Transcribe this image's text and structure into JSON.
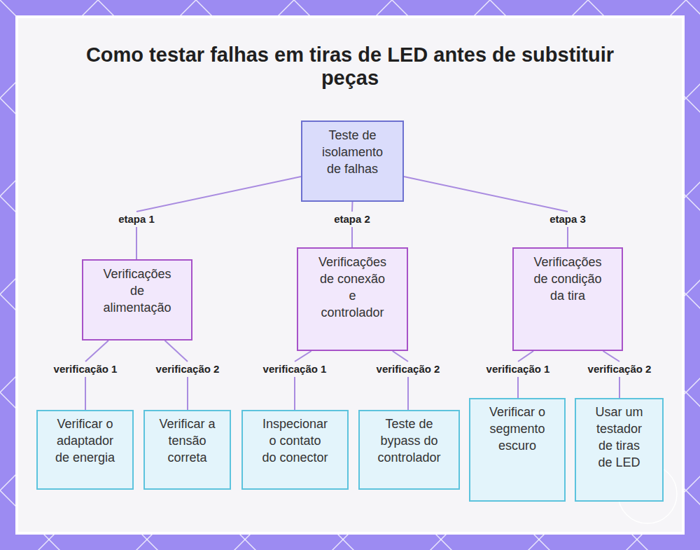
{
  "diagram": {
    "title": "Como testar falhas em tiras de LED antes de substituir peças",
    "nodes": [
      {
        "text": [
          "Teste de isolamento de falhas"
        ]
      },
      {
        "text": [
          "Verificações de alimentação"
        ]
      },
      {
        "text": [
          "Verificações de conexão e controlador"
        ]
      },
      {
        "text": [
          "Verificações de condição da tira"
        ]
      },
      {
        "text": [
          "Verificar o adaptador de energia"
        ]
      },
      {
        "text": [
          "Verificar a tensão correta"
        ]
      },
      {
        "text": [
          "Inspecionar o contato do conector"
        ]
      },
      {
        "text": [
          "Teste de bypass do controlador"
        ]
      },
      {
        "text": [
          "Verificar o segmento escuro"
        ]
      },
      {
        "text": [
          "Usar um testador de tiras de LED"
        ]
      }
    ],
    "edges": [
      {
        "from": 0,
        "to": 1,
        "arrow": "none",
        "label": "etapa 1"
      },
      {
        "from": 0,
        "to": 2,
        "arrow": "none",
        "label": "etapa 2"
      },
      {
        "from": 0,
        "to": 3,
        "arrow": "none",
        "label": "etapa 3"
      },
      {
        "from": 1,
        "to": 4,
        "arrow": "none",
        "label": "verificação 1"
      },
      {
        "from": 1,
        "to": 5,
        "arrow": "none",
        "label": "verificação 2"
      },
      {
        "from": 2,
        "to": 6,
        "arrow": "none",
        "label": "verificação 1"
      },
      {
        "from": 2,
        "to": 7,
        "arrow": "none",
        "label": "verificação 2"
      },
      {
        "from": 3,
        "to": 8,
        "arrow": "none",
        "label": "verificação 1"
      },
      {
        "from": 3,
        "to": 9,
        "arrow": "none",
        "label": "verificação 2"
      }
    ]
  }
}
